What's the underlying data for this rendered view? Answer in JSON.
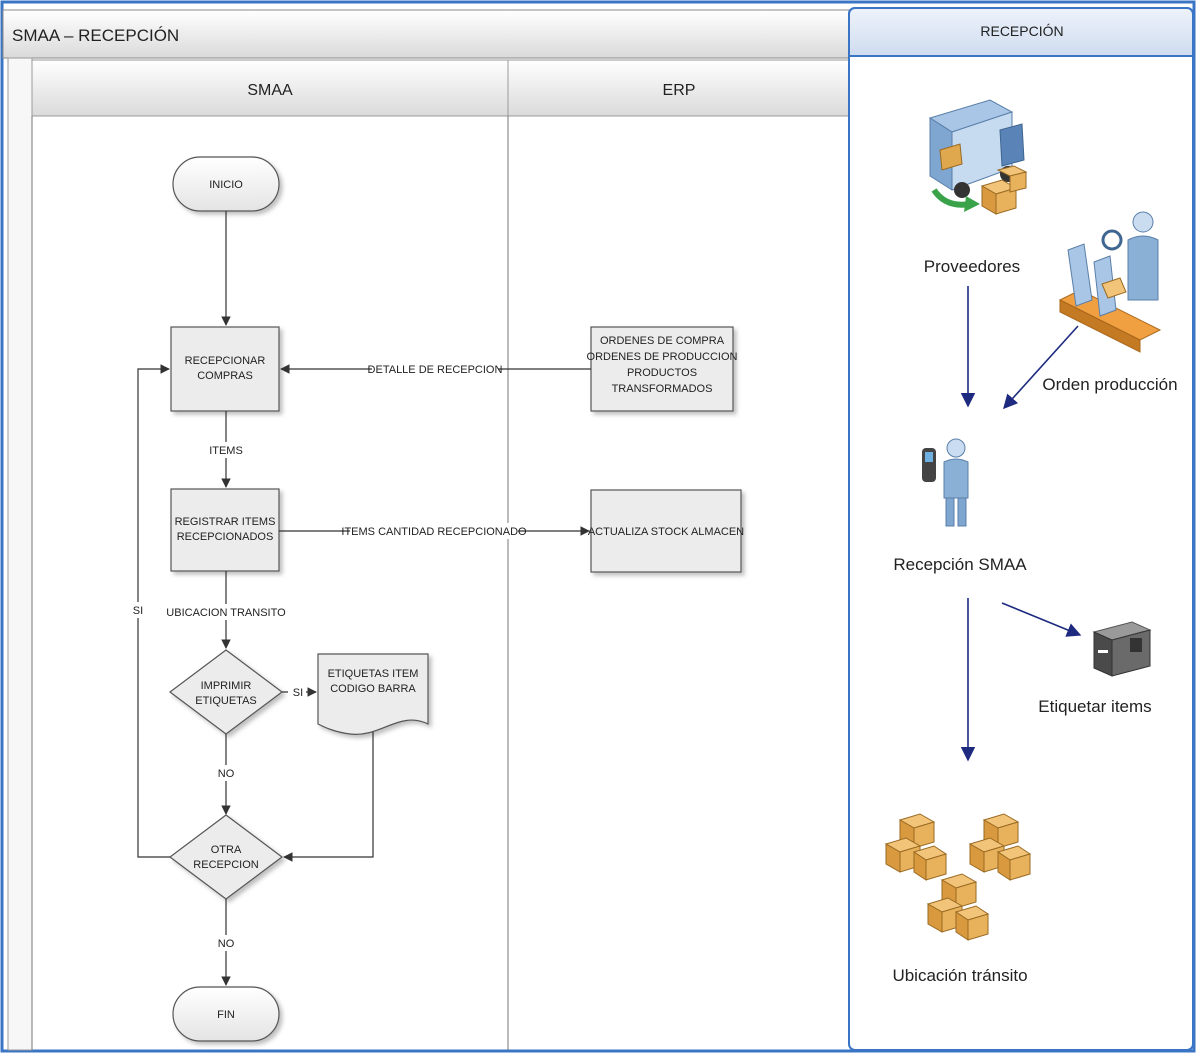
{
  "title": "SMAA –  RECEPCIÓN",
  "lanes": {
    "smaa": "SMAA",
    "erp": "ERP"
  },
  "nodes": {
    "inicio": "INICIO",
    "recepcionar": [
      "RECEPCIONAR",
      "COMPRAS"
    ],
    "registrar": [
      "REGISTRAR ITEMS",
      "RECEPCIONADOS"
    ],
    "imprimir": [
      "IMPRIMIR",
      "ETIQUETAS"
    ],
    "etiquetas_doc": [
      "ETIQUETAS ITEM",
      "CODIGO BARRA"
    ],
    "otra": [
      "OTRA",
      "RECEPCION"
    ],
    "fin": "FIN",
    "ordenes": [
      "ORDENES DE COMPRA",
      "ORDENES DE PRODUCCION",
      "PRODUCTOS",
      "TRANSFORMADOS"
    ],
    "actualiza": "ACTUALIZA STOCK ALMACEN"
  },
  "edge_labels": {
    "detalle": "DETALLE DE RECEPCION",
    "items": "ITEMS",
    "items_cantidad": "ITEMS CANTIDAD RECEPCIONADO",
    "ubicacion": "UBICACION TRANSITO",
    "si_imprimir": "SI",
    "no_imprimir": "NO",
    "si_loop": "SI",
    "no_otra": "NO"
  },
  "side_panel": {
    "header": "RECEPCIÓN",
    "proveedores": "Proveedores",
    "orden_produccion": "Orden producción",
    "recepcion_smaa": "Recepción SMAA",
    "etiquetar": "Etiquetar items",
    "ubicacion": "Ubicación tránsito"
  },
  "colors": {
    "border_blue": "#3a74c4",
    "header_gradient_top": "#ffffff",
    "header_gradient_bottom": "#dcdcdc",
    "box_fill": "#ececec",
    "arrow_navy": "#1d2a80",
    "box_brown": "#d9a04a",
    "truck_blue": "#8ab0d6"
  }
}
